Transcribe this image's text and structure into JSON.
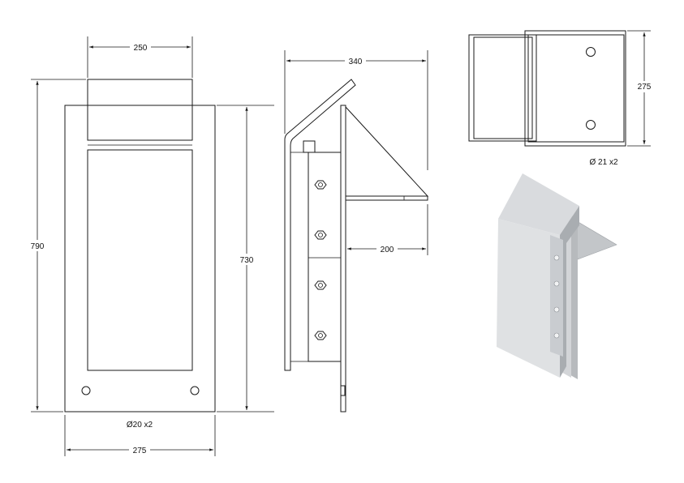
{
  "dimensions": {
    "front_width_top": "250",
    "front_height_total": "790",
    "front_height_plate": "730",
    "front_width_plate": "275",
    "front_holes": "Ø20 x2",
    "side_depth": "340",
    "side_arm": "200",
    "top_height": "275",
    "top_holes": "Ø 21 x2"
  },
  "colors": {
    "line": "#1a1a1a",
    "glass_tint": "#e3f2e3",
    "metal_light": "#dfe1e3",
    "metal_mid": "#c3c6c9",
    "metal_dark": "#a9adb1"
  }
}
